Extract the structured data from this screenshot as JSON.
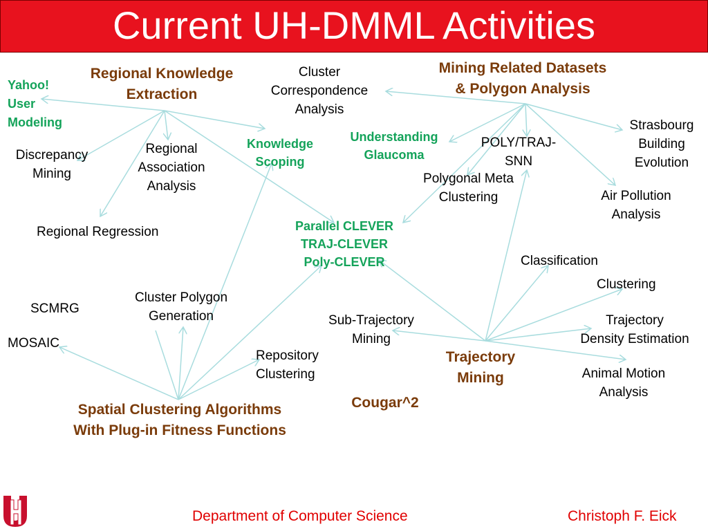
{
  "title": "Current UH-DMML Activities",
  "colors": {
    "title_bg": "#e8121e",
    "hub": "#7a3b0a",
    "highlight": "#14a35a",
    "arrow": "#a8dcde",
    "footer": "#e00000"
  },
  "nodes": {
    "yahoo": [
      "Yahoo!",
      "User",
      "Modeling"
    ],
    "regional_knowledge": [
      "Regional Knowledge",
      "Extraction"
    ],
    "cluster_correspondence": [
      "Cluster",
      "Correspondence",
      "Analysis"
    ],
    "mining_datasets": [
      "Mining Related Datasets",
      "& Polygon Analysis"
    ],
    "discrepancy": [
      "Discrepancy",
      "Mining"
    ],
    "regional_association": [
      "Regional",
      "Association",
      "Analysis"
    ],
    "knowledge_scoping": [
      "Knowledge",
      "Scoping"
    ],
    "glaucoma": [
      "Understanding",
      "Glaucoma"
    ],
    "poly_traj_snn": [
      "POLY/TRAJ-",
      "SNN"
    ],
    "strasbourg": [
      "Strasbourg",
      "Building",
      "Evolution"
    ],
    "polygonal_meta": [
      "Polygonal Meta",
      "Clustering"
    ],
    "air_pollution": [
      "Air Pollution",
      "Analysis"
    ],
    "regional_regression": [
      "Regional Regression"
    ],
    "clever": [
      "Parallel CLEVER",
      "TRAJ-CLEVER",
      "Poly-CLEVER"
    ],
    "classification": [
      "Classification"
    ],
    "clustering": [
      "Clustering"
    ],
    "scmrg": [
      "SCMRG"
    ],
    "cluster_polygon": [
      "Cluster Polygon",
      "Generation"
    ],
    "sub_trajectory": [
      "Sub-Trajectory",
      "Mining"
    ],
    "trajectory_density": [
      "Trajectory",
      "Density Estimation"
    ],
    "mosaic": [
      "MOSAIC"
    ],
    "repository_clustering": [
      "Repository",
      "Clustering"
    ],
    "trajectory_mining": [
      "Trajectory",
      "Mining"
    ],
    "animal_motion": [
      "Animal Motion",
      "Analysis"
    ],
    "cougar": [
      "Cougar^2"
    ],
    "spatial_clustering": [
      "Spatial Clustering Algorithms",
      "With Plug-in Fitness Functions"
    ]
  },
  "footer": {
    "department": "Department of Computer Science",
    "author": "Christoph F. Eick"
  },
  "logo": {
    "alt": "UH"
  }
}
